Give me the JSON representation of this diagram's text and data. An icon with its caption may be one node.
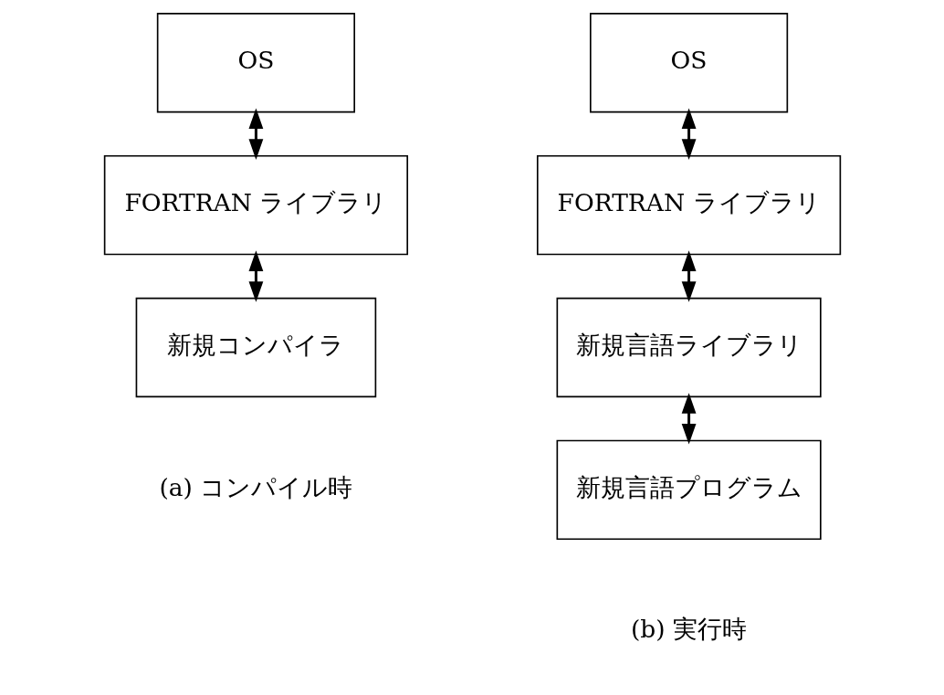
{
  "diagram": {
    "nodes": [
      {
        "text": [
          "OS"
        ]
      },
      {
        "text": [
          "FORTRAN ライブラリ"
        ]
      },
      {
        "text": [
          "新規コンパイラ"
        ]
      },
      {
        "text": [
          "OS"
        ]
      },
      {
        "text": [
          "FORTRAN ライブラリ"
        ]
      },
      {
        "text": [
          "新規言語ライブラリ"
        ]
      },
      {
        "text": [
          "新規言語プログラム"
        ]
      }
    ],
    "edges": [
      {
        "from": 0,
        "to": 1,
        "arrow": "both"
      },
      {
        "from": 1,
        "to": 2,
        "arrow": "both"
      },
      {
        "from": 3,
        "to": 4,
        "arrow": "both"
      },
      {
        "from": 4,
        "to": 5,
        "arrow": "both"
      },
      {
        "from": 5,
        "to": 6,
        "arrow": "both"
      }
    ],
    "labels": [
      "(a) コンパイル時",
      "(b) 実行時"
    ]
  }
}
